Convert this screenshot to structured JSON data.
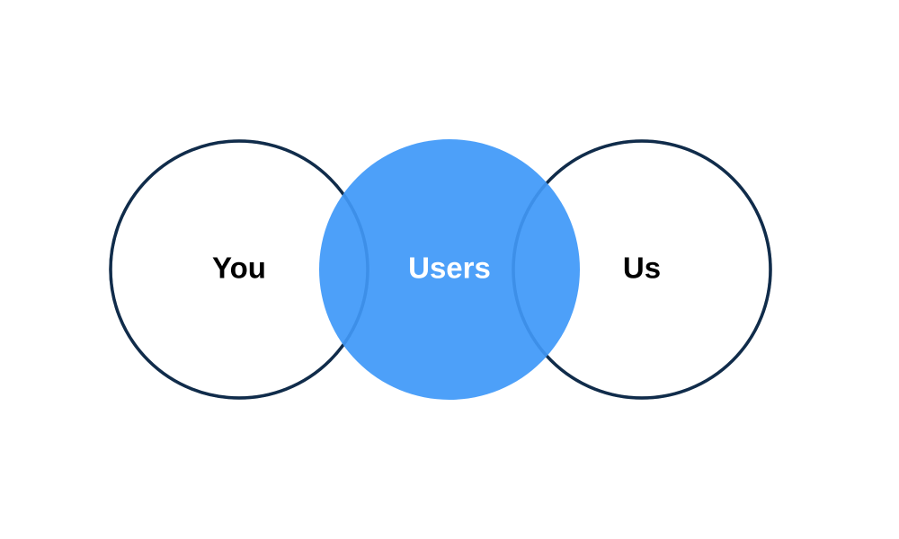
{
  "diagram": {
    "type": "venn",
    "circles": [
      {
        "id": "you",
        "label": "You",
        "style": "outline"
      },
      {
        "id": "users",
        "label": "Users",
        "style": "filled"
      },
      {
        "id": "us",
        "label": "Us",
        "style": "outline"
      }
    ]
  },
  "colors": {
    "background": "#ffffff",
    "outline": "#000000",
    "accent": "#479df9",
    "label_dark": "#000000",
    "label_light": "#ffffff"
  }
}
